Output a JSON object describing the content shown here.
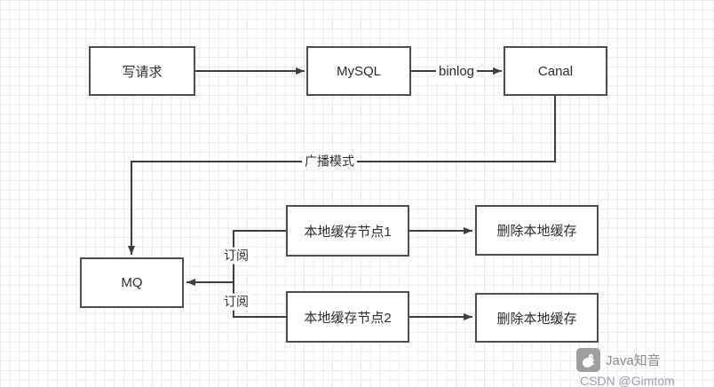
{
  "canvas": {
    "grid_color": "#eaeaea",
    "line_color": "#3d3d3d",
    "box_border_color": "#4d4d4d"
  },
  "nodes": [
    {
      "id": "write-request",
      "label": "写请求"
    },
    {
      "id": "mysql",
      "label": "MySQL"
    },
    {
      "id": "canal",
      "label": "Canal"
    },
    {
      "id": "mq",
      "label": "MQ"
    },
    {
      "id": "cache-node-1",
      "label": "本地缓存节点1"
    },
    {
      "id": "delete-cache-1",
      "label": "删除本地缓存"
    },
    {
      "id": "cache-node-2",
      "label": "本地缓存节点2"
    },
    {
      "id": "delete-cache-2",
      "label": "删除本地缓存"
    }
  ],
  "edge_labels": {
    "binlog": "binlog",
    "broadcast": "广播模式",
    "subscribe_top": "订阅",
    "subscribe_bottom": "订阅"
  },
  "watermark": {
    "brand": "Java知音",
    "credit": "CSDN @Gimtom"
  }
}
